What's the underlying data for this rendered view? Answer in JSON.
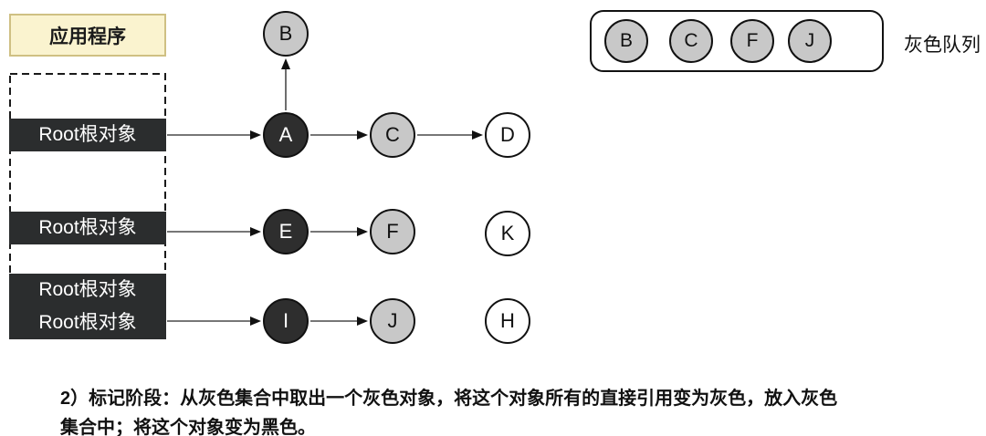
{
  "app_box": {
    "label": "应用程序"
  },
  "root_panel": {
    "bars": [
      {
        "label": "Root根对象"
      },
      {
        "label": "Root根对象"
      },
      {
        "label_line1": "Root根对象",
        "label_line2": "Root根对象"
      }
    ]
  },
  "graph": {
    "nodes": [
      {
        "id": "B",
        "label": "B",
        "state": "gray"
      },
      {
        "id": "A",
        "label": "A",
        "state": "black"
      },
      {
        "id": "C",
        "label": "C",
        "state": "gray"
      },
      {
        "id": "D",
        "label": "D",
        "state": "white"
      },
      {
        "id": "E",
        "label": "E",
        "state": "black"
      },
      {
        "id": "F",
        "label": "F",
        "state": "gray"
      },
      {
        "id": "K",
        "label": "K",
        "state": "white"
      },
      {
        "id": "I",
        "label": "I",
        "state": "black"
      },
      {
        "id": "J",
        "label": "J",
        "state": "gray"
      },
      {
        "id": "H",
        "label": "H",
        "state": "white"
      }
    ],
    "edges": [
      {
        "from": "Root1",
        "to": "A"
      },
      {
        "from": "A",
        "to": "B"
      },
      {
        "from": "A",
        "to": "C"
      },
      {
        "from": "C",
        "to": "D"
      },
      {
        "from": "Root2",
        "to": "E"
      },
      {
        "from": "E",
        "to": "F"
      },
      {
        "from": "Root3",
        "to": "I"
      },
      {
        "from": "I",
        "to": "J"
      }
    ]
  },
  "gray_queue": {
    "label": "灰色队列",
    "items": [
      "B",
      "C",
      "F",
      "J"
    ]
  },
  "caption": {
    "line1": "2）标记阶段：从灰色集合中取出一个灰色对象，将这个对象所有的直接引用变为灰色，放入灰色",
    "line2": "集合中；将这个对象变为黑色。"
  },
  "colors": {
    "black_node": "#2e2e2e",
    "gray_node": "#c8c8c8",
    "white_node": "#ffffff",
    "node_border": "#111111",
    "app_box_bg": "#faf3cf",
    "app_box_border": "#cfc083",
    "root_bar_bg": "#2b2d2e",
    "arrow_line": "#4a4a4a",
    "arrow_head": "#111111"
  }
}
